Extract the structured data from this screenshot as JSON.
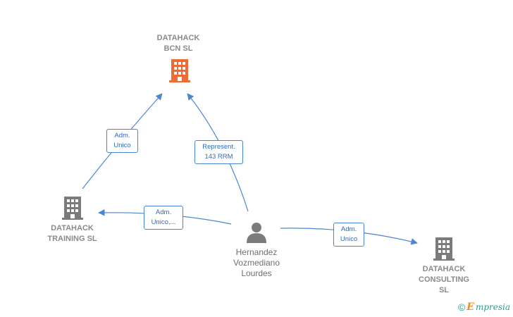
{
  "colors": {
    "edge": "#4a86d4",
    "company_main": "#f06a35",
    "company": "#7b7b7b",
    "person": "#7b7b7b"
  },
  "nodes": {
    "bcn": {
      "label": "DATAHACK\nBCN  SL",
      "icon": "building-icon"
    },
    "training": {
      "label": "DATAHACK\nTRAINING  SL",
      "icon": "building-icon"
    },
    "consulting": {
      "label": "DATAHACK\nCONSULTING\nSL",
      "icon": "building-icon"
    },
    "person": {
      "label": "Hernandez\nVozmediano\nLourdes",
      "icon": "person-icon"
    }
  },
  "edges": {
    "training_bcn": "Adm.\nUnico",
    "person_bcn": "Represent.\n143 RRM",
    "person_training": "Adm.\nUnico,...",
    "person_consulting": "Adm.\nUnico"
  },
  "footer": {
    "copyright": "©",
    "brand_initial": "E",
    "brand_rest": "mpresia"
  }
}
